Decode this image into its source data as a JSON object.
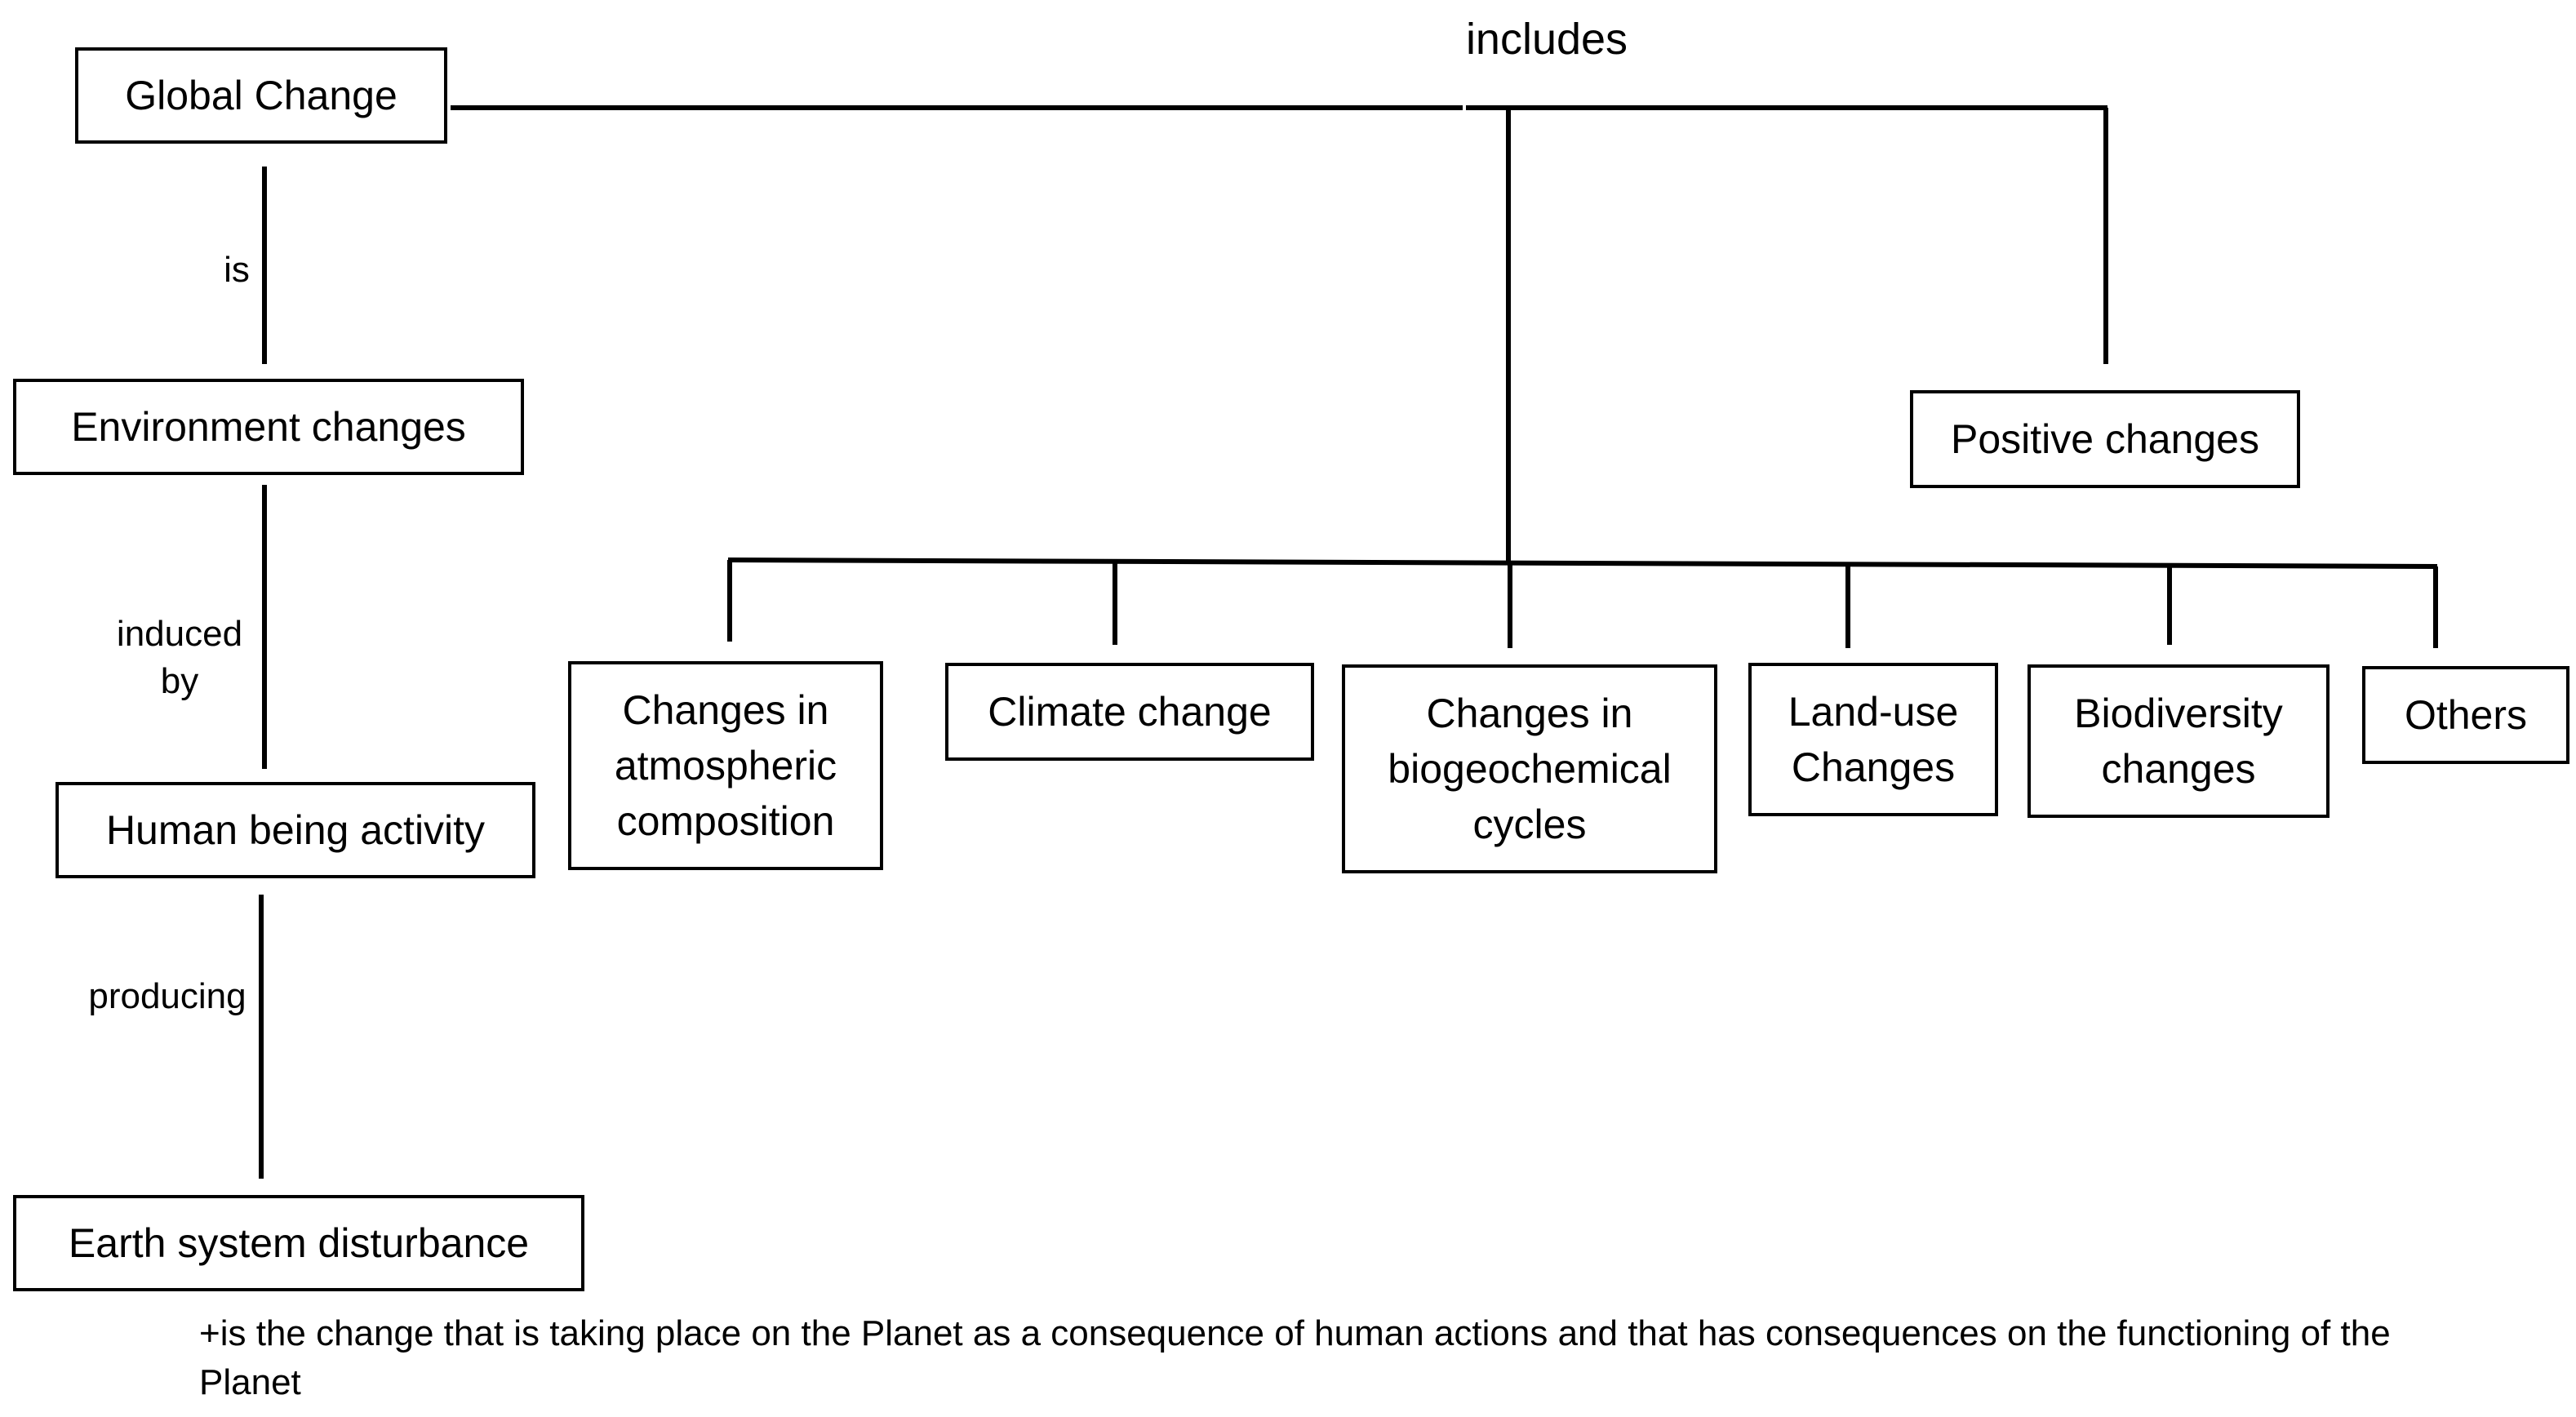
{
  "diagram": {
    "nodes": {
      "global_change": "Global Change",
      "environment_changes": "Environment changes",
      "human_activity": "Human being activity",
      "earth_disturbance": "Earth system disturbance",
      "positive_changes": "Positive changes",
      "atmospheric": "Changes in\natmospheric\ncomposition",
      "climate": "Climate change",
      "biogeochemical": "Changes in\nbiogeochemical\ncycles",
      "land_use": "Land-use\nChanges",
      "biodiversity": "Biodiversity\nchanges",
      "others": "Others"
    },
    "edge_labels": {
      "includes": "includes",
      "is": "is",
      "induced_by": "induced\nby",
      "producing": "producing"
    },
    "footnote": "+is the change that is taking place on the Planet as a consequence of human actions and that has consequences on the functioning of the Planet"
  }
}
